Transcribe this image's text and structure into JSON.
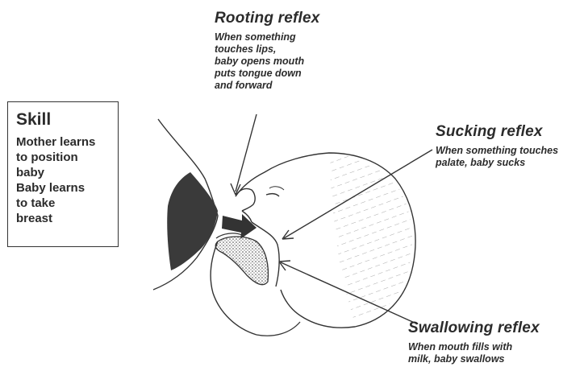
{
  "skill": {
    "title": "Skill",
    "text": "Mother learns\nto position\nbaby\nBaby learns\nto take\nbreast"
  },
  "reflexes": {
    "rooting": {
      "title": "Rooting reflex",
      "description": "When something\ntouches lips,\nbaby opens mouth\nputs tongue down\nand forward"
    },
    "sucking": {
      "title": "Sucking reflex",
      "description": "When something touches\npalate, baby sucks"
    },
    "swallowing": {
      "title": "Swallowing reflex",
      "description": "When mouth fills with\nmilk, baby swallows"
    }
  },
  "colors": {
    "ink": "#2b2b2b",
    "shading": "#3a3a3a"
  }
}
